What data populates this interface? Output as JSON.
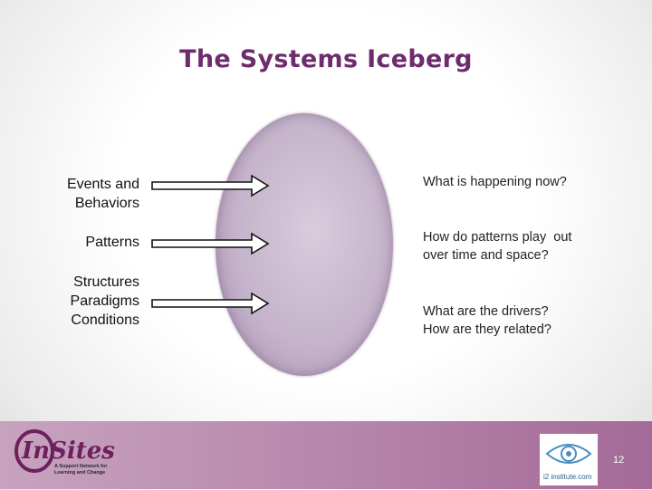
{
  "slide": {
    "title": "The Systems Iceberg",
    "levels": [
      {
        "label_lines": [
          "Events and",
          "Behaviors"
        ],
        "question_lines": [
          "What is happening now?"
        ]
      },
      {
        "label_lines": [
          "Patterns"
        ],
        "question_lines": [
          "How do patterns play  out",
          "over time and space?"
        ]
      },
      {
        "label_lines": [
          "Structures",
          "Paradigms",
          "Conditions"
        ],
        "question_lines": [
          "What are the drivers?",
          "How are they related?"
        ]
      }
    ],
    "page_number": "12"
  },
  "logos": {
    "left": {
      "text": "InSites",
      "tagline_lines": [
        "A Support Network for",
        "Learning and Change"
      ]
    },
    "right": {
      "text": "i2 institute.com"
    }
  },
  "colors": {
    "title": "#6e2c6c",
    "iceberg": "#c5b4cb",
    "footer": "#b98aaf",
    "logo_accent": "#6e1f5e"
  }
}
